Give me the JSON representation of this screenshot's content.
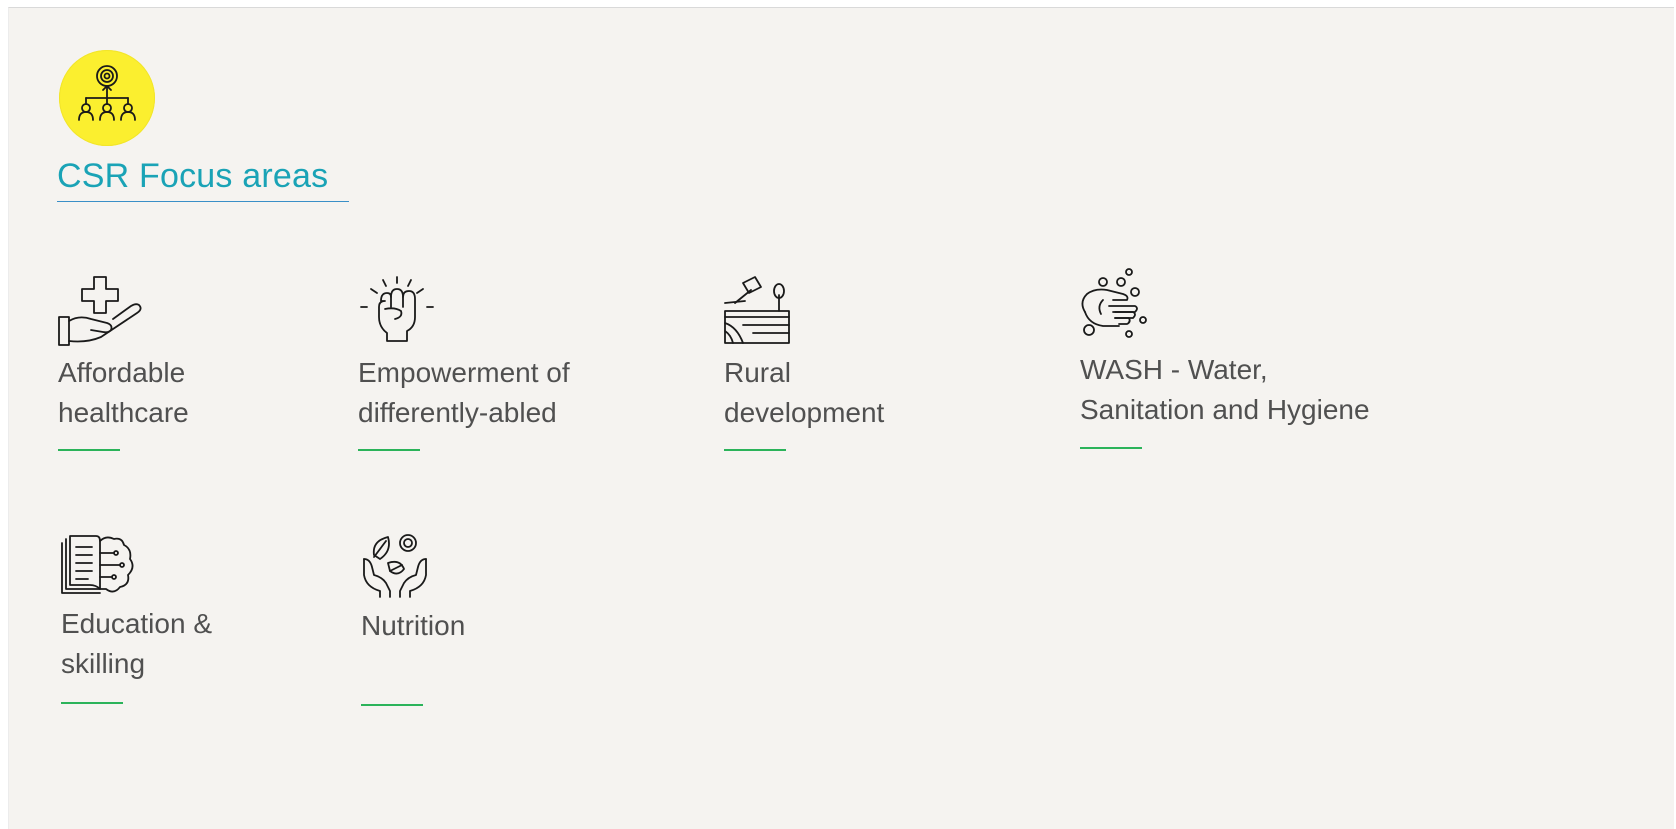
{
  "section": {
    "title": "CSR Focus areas",
    "badge_icon": "target-hierarchy-icon",
    "accent_color": "#1aa3b6",
    "badge_color": "#fbef2f"
  },
  "focus_areas": [
    {
      "line1": "Affordable",
      "line2": "healthcare",
      "icon": "hand-with-medical-cross-icon"
    },
    {
      "line1": "Empowerment of",
      "line2": "differently-abled",
      "icon": "raised-fist-icon"
    },
    {
      "line1": "Rural",
      "line2": "development",
      "icon": "gavel-and-farmland-icon"
    },
    {
      "line1": "WASH - Water,",
      "line2": "Sanitation and Hygiene",
      "icon": "washing-hands-icon"
    },
    {
      "line1": "Education &",
      "line2": "skilling",
      "icon": "book-and-brain-icon"
    },
    {
      "line1": "Nutrition",
      "line2": "",
      "icon": "hands-holding-food-icon"
    }
  ],
  "rule_color": "#2bb35a"
}
